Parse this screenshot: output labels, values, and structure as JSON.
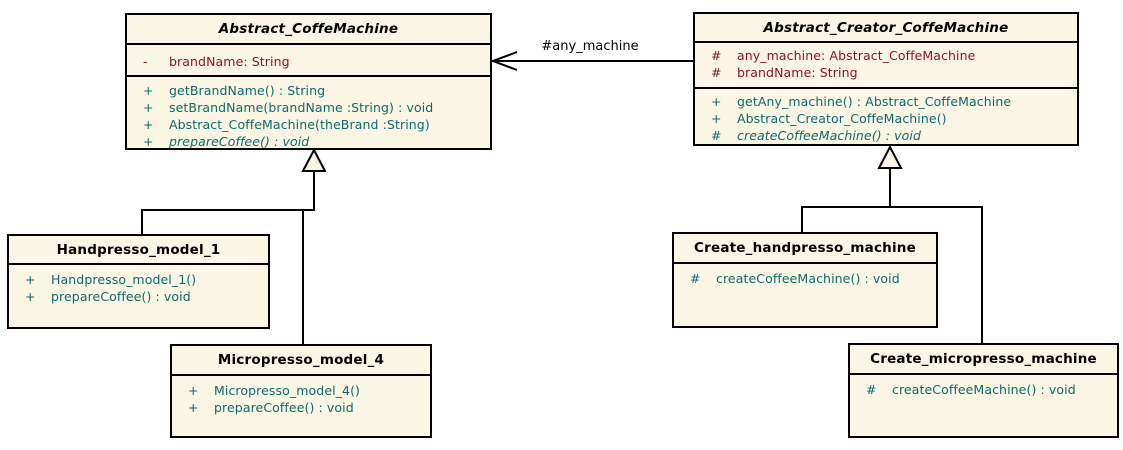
{
  "colors": {
    "box_fill": "#FBF5E4",
    "attribute": "#8C1428",
    "method": "#0D6A6E",
    "line": "#000000",
    "background": "#FFFFFF"
  },
  "classes": [
    {
      "id": "abstract-coffemachine",
      "name": "Abstract_CoffeMachine",
      "stereotype": "abstract",
      "attributes": [
        {
          "vis": "-",
          "text": "brandName: String"
        }
      ],
      "methods": [
        {
          "vis": "+",
          "text": "getBrandName() : String"
        },
        {
          "vis": "+",
          "text": "setBrandName(brandName :String) : void"
        },
        {
          "vis": "+",
          "text": "Abstract_CoffeMachine(theBrand :String)"
        },
        {
          "vis": "+",
          "text": "prepareCoffee() : void"
        }
      ]
    },
    {
      "id": "abstract-creator-coffemachine",
      "name": "Abstract_Creator_CoffeMachine",
      "stereotype": "abstract",
      "attributes": [
        {
          "vis": "#",
          "text": "any_machine: Abstract_CoffeMachine"
        },
        {
          "vis": "#",
          "text": "brandName: String"
        }
      ],
      "methods": [
        {
          "vis": "+",
          "text": "getAny_machine() : Abstract_CoffeMachine"
        },
        {
          "vis": "+",
          "text": "Abstract_Creator_CoffeMachine()"
        },
        {
          "vis": "#",
          "text": "createCoffeeMachine() : void"
        }
      ]
    },
    {
      "id": "handpresso-model-1",
      "name": "Handpresso_model_1",
      "stereotype": "concrete",
      "attributes": [],
      "methods": [
        {
          "vis": "+",
          "text": "Handpresso_model_1()"
        },
        {
          "vis": "+",
          "text": "prepareCoffee() : void"
        }
      ]
    },
    {
      "id": "micropresso-model-4",
      "name": "Micropresso_model_4",
      "stereotype": "concrete",
      "attributes": [],
      "methods": [
        {
          "vis": "+",
          "text": "Micropresso_model_4()"
        },
        {
          "vis": "+",
          "text": "prepareCoffee() : void"
        }
      ]
    },
    {
      "id": "create-handpresso-machine",
      "name": "Create_handpresso_machine",
      "stereotype": "concrete",
      "attributes": [],
      "methods": [
        {
          "vis": "#",
          "text": "createCoffeeMachine() : void"
        }
      ]
    },
    {
      "id": "create-micropresso-machine",
      "name": "Create_micropresso_machine",
      "stereotype": "concrete",
      "attributes": [],
      "methods": [
        {
          "vis": "#",
          "text": "createCoffeeMachine() : void"
        }
      ]
    }
  ],
  "relationships": [
    {
      "type": "directed-association",
      "from": "Abstract_Creator_CoffeMachine",
      "to": "Abstract_CoffeMachine",
      "label": "#any_machine"
    },
    {
      "type": "generalization",
      "from": "Handpresso_model_1",
      "to": "Abstract_CoffeMachine"
    },
    {
      "type": "generalization",
      "from": "Micropresso_model_4",
      "to": "Abstract_CoffeMachine"
    },
    {
      "type": "generalization",
      "from": "Create_handpresso_machine",
      "to": "Abstract_Creator_CoffeMachine"
    },
    {
      "type": "generalization",
      "from": "Create_micropresso_machine",
      "to": "Abstract_Creator_CoffeMachine"
    }
  ]
}
